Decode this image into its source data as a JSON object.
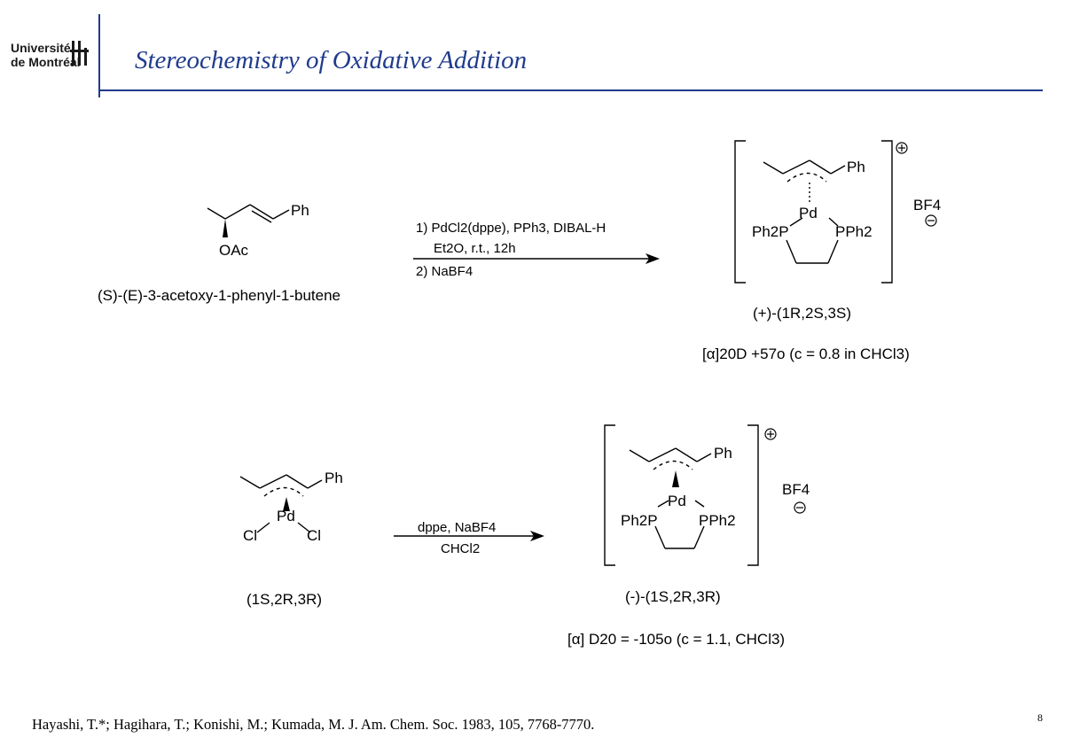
{
  "header": {
    "logo_line1": "Université",
    "logo_line2": "de Montréal",
    "title": "Stereochemistry of Oxidative Addition"
  },
  "scheme1": {
    "substrate_name": "(S)-(E)-3-acetoxy-1-phenyl-1-butene",
    "substrate_ph": "Ph",
    "substrate_oac": "OAc",
    "conditions_line1": "1) PdCl2(dppe), PPh3, DIBAL-H",
    "conditions_line2": "Et2O, r.t., 12h",
    "conditions_line3": "2) NaBF4",
    "product_ph": "Ph",
    "product_pd": "Pd",
    "product_p_left": "Ph2P",
    "product_p_right": "PPh2",
    "counterion": "BF4",
    "product_label": "(+)-(1R,2S,3S)",
    "rotation": "[α]20D +57o (c = 0.8 in CHCl3)"
  },
  "scheme2": {
    "substrate_ph": "Ph",
    "substrate_pd": "Pd",
    "substrate_cl_left": "Cl",
    "substrate_cl_right": "Cl",
    "substrate_label": "(1S,2R,3R)",
    "conditions_line1": "dppe, NaBF4",
    "conditions_line2": "CHCl2",
    "product_ph": "Ph",
    "product_pd": "Pd",
    "product_p_left": "Ph2P",
    "product_p_right": "PPh2",
    "counterion": "BF4",
    "product_label": "(-)-(1S,2R,3R)",
    "rotation": "[α] D20 = -105o (c = 1.1, CHCl3)"
  },
  "footer": {
    "reference": "Hayashi, T.*; Hagihara, T.; Konishi, M.; Kumada, M. J. Am. Chem. Soc. 1983, 105, 7768-7770.",
    "page_number": "8"
  }
}
